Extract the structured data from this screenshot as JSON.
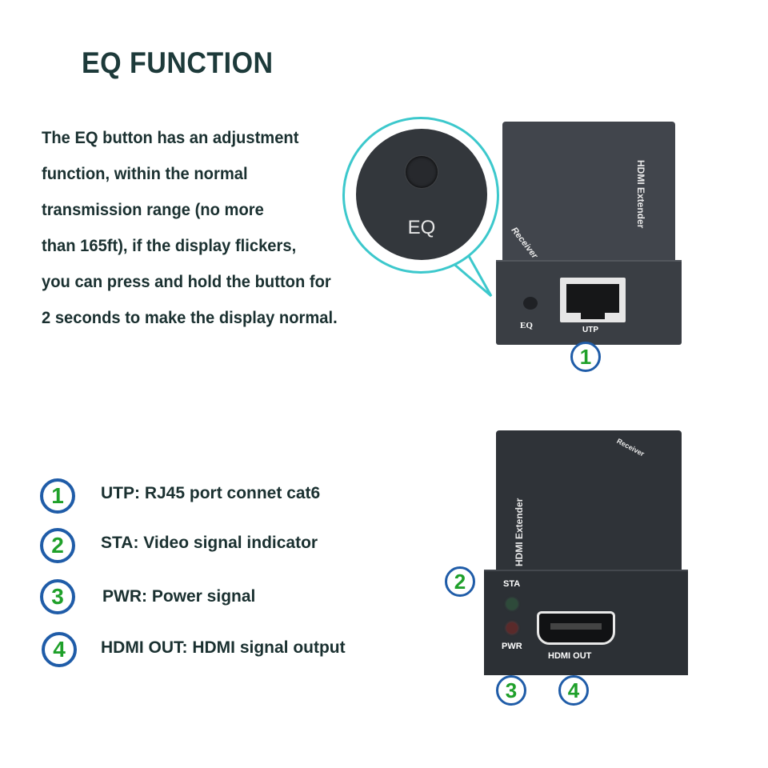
{
  "title": "EQ FUNCTION",
  "description_lines": [
    "The EQ button has an adjustment",
    "function, within the normal",
    "transmission range (no more",
    "than 165ft), if the display flickers,",
    " you can press and hold the button for",
    "2 seconds to make the display normal."
  ],
  "callout": {
    "label": "EQ",
    "border_color": "#3cc8cc"
  },
  "receiver_device": {
    "top_label": "HDMI Extender",
    "side_label": "Receiver",
    "eq_label": "EQ",
    "port_label": "UTP",
    "badge": "1"
  },
  "legend": [
    {
      "number": "1",
      "text": "UTP: RJ45 port connet cat6"
    },
    {
      "number": "2",
      "text": "STA: Video signal indicator"
    },
    {
      "number": "3",
      "text": "PWR: Power signal"
    },
    {
      "number": "4",
      "text": "HDMI OUT: HDMI signal output"
    }
  ],
  "output_device": {
    "top_label": "HDMI Extender",
    "corner_label": "Receiver",
    "sta_label": "STA",
    "pwr_label": "PWR",
    "hdmi_label": "HDMI OUT",
    "badges": [
      "2",
      "3",
      "4"
    ]
  },
  "colors": {
    "badge_ring": "#1f5ca8",
    "badge_digit": "#1fa02a",
    "text": "#1a3030",
    "callout": "#3cc8cc"
  }
}
